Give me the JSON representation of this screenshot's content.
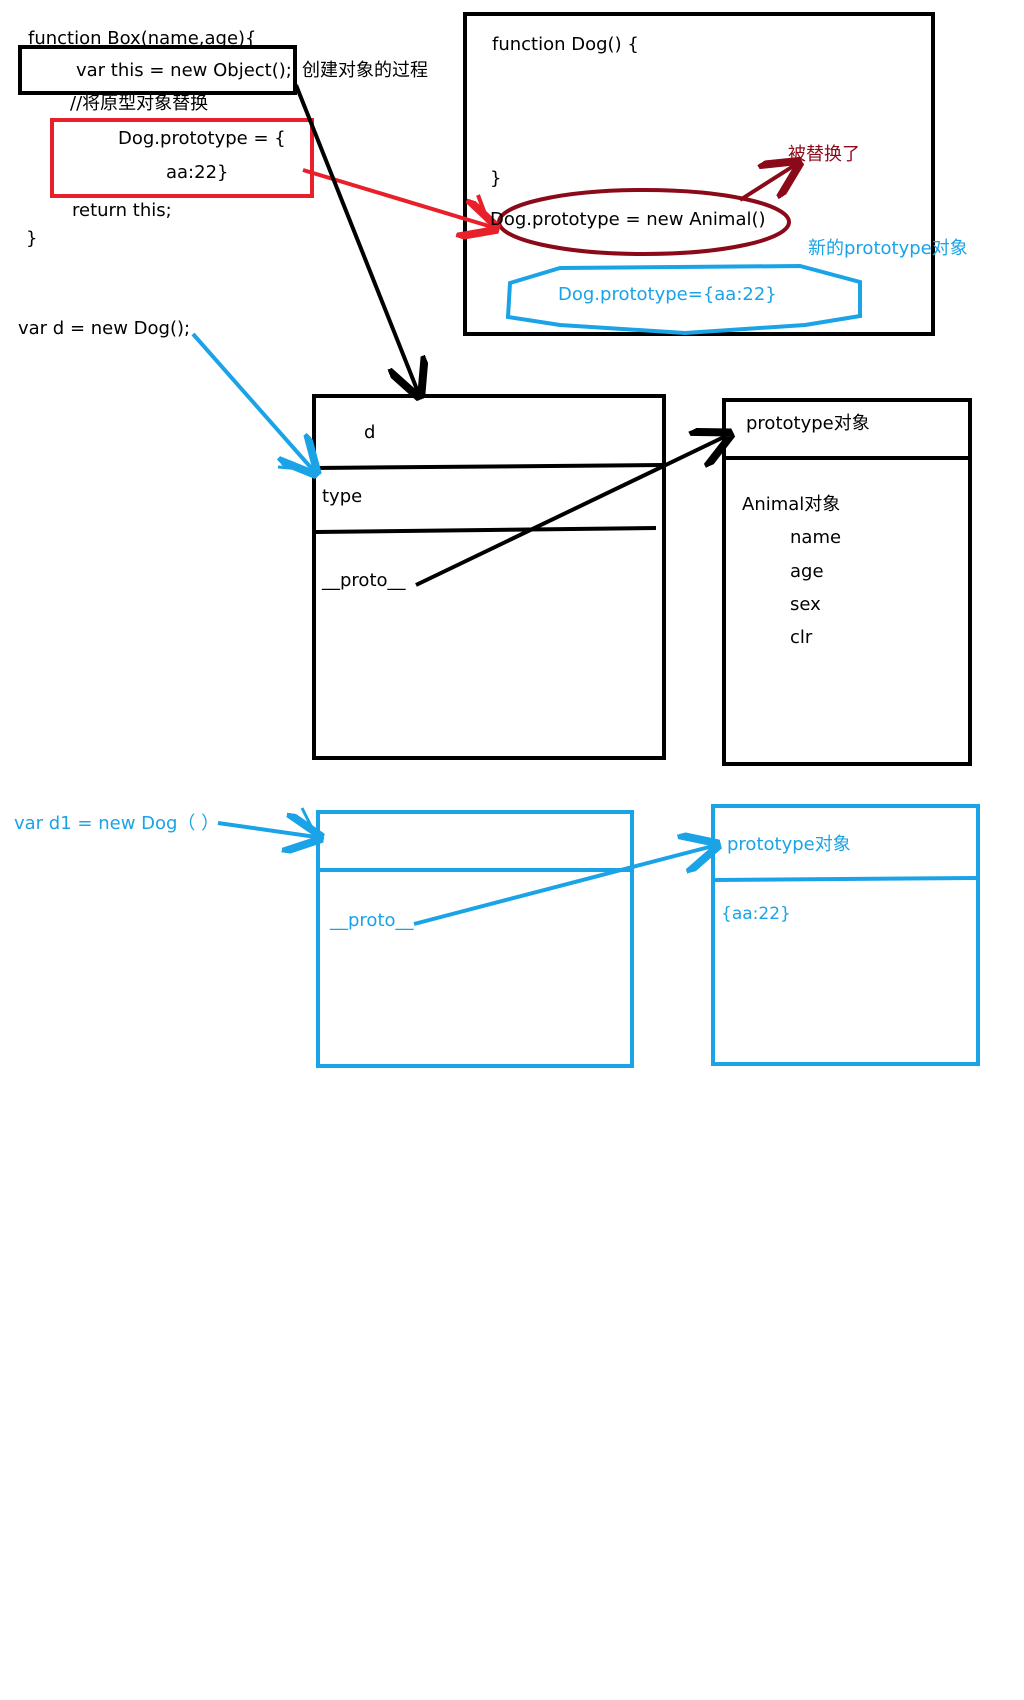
{
  "box_code": {
    "line1": "function Box(name,age){",
    "line2": "var this = new Object();",
    "line2_note": "创建对象的过程",
    "line3": "//将原型对象替换",
    "line4": "Dog.prototype = {",
    "line5": "aa:22}",
    "line6": "return this;",
    "line7": "}"
  },
  "dog_code": {
    "line1": "function Dog() {",
    "line2": "}",
    "line3": "Dog.prototype = new Animal()",
    "replaced_note": "被替换了",
    "new_proto_note": "新的prototype对象",
    "new_proto_value": "Dog.prototype={aa:22}"
  },
  "instance_d": {
    "declaration": "var d = new Dog();",
    "name": "d",
    "field1": "type",
    "field2": "__proto__"
  },
  "old_prototype": {
    "header": "prototype对象",
    "object_label": "Animal对象",
    "props": [
      "name",
      "age",
      "sex",
      "clr"
    ]
  },
  "instance_d1": {
    "declaration": "var d1 = new Dog（ ）",
    "field1": "__proto__"
  },
  "new_prototype": {
    "header": "prototype对象",
    "value": "{aa:22}"
  },
  "colors": {
    "black": "#000000",
    "red": "#e8202a",
    "dark_red": "#8b0a1a",
    "blue": "#1aa3e6"
  }
}
